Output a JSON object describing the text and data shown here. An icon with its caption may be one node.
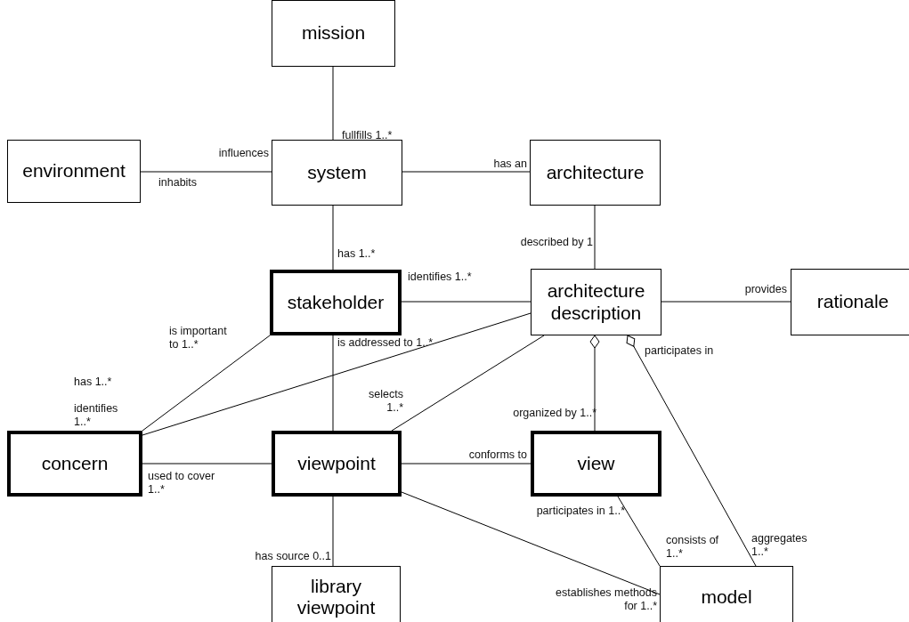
{
  "diagram": {
    "nodes": [
      {
        "text": [
          "mission"
        ]
      },
      {
        "text": [
          "environment"
        ]
      },
      {
        "text": [
          "system"
        ]
      },
      {
        "text": [
          "architecture"
        ]
      },
      {
        "text": [
          "stakeholder"
        ]
      },
      {
        "text": [
          "architecture description"
        ]
      },
      {
        "text": [
          "rationale"
        ]
      },
      {
        "text": [
          "concern"
        ]
      },
      {
        "text": [
          "viewpoint"
        ]
      },
      {
        "text": [
          "view"
        ]
      },
      {
        "text": [
          "library viewpoint"
        ]
      },
      {
        "text": [
          "model"
        ]
      }
    ],
    "edges": [
      {
        "from": 2,
        "to": 0,
        "arrow": "none",
        "label": "fullfills 1..*"
      },
      {
        "from": 1,
        "to": 2,
        "arrow": "none",
        "label": "influences"
      },
      {
        "from": 2,
        "to": 3,
        "arrow": "none",
        "label": "has an"
      },
      {
        "from": 3,
        "to": 5,
        "arrow": "none",
        "label": "described by 1"
      },
      {
        "from": 2,
        "to": 4,
        "arrow": "none",
        "label": "has 1..*"
      },
      {
        "from": 4,
        "to": 5,
        "arrow": "none",
        "label": "identifies 1..*"
      },
      {
        "from": 5,
        "to": 6,
        "arrow": "none",
        "label": "provides"
      },
      {
        "from": 4,
        "to": 7,
        "arrow": "none",
        "label": "is important to 1..*"
      },
      {
        "from": 4,
        "to": 8,
        "arrow": "none",
        "label": "is addressed to 1..*"
      },
      {
        "from": 5,
        "to": 7,
        "arrow": "none",
        "label": "identifies 1..*"
      },
      {
        "from": 5,
        "to": 8,
        "arrow": "none",
        "label": "selects 1..*"
      },
      {
        "from": 5,
        "to": 9,
        "arrow": "other",
        "label": "organized by 1..*"
      },
      {
        "from": 5,
        "to": 11,
        "arrow": "other",
        "label": "participates in"
      },
      {
        "from": 7,
        "to": 8,
        "arrow": "none",
        "label": "used to cover 1..*"
      },
      {
        "from": 8,
        "to": 9,
        "arrow": "none",
        "label": "conforms to"
      },
      {
        "from": 8,
        "to": 10,
        "arrow": "none",
        "label": "has source 0..1"
      },
      {
        "from": 8,
        "to": 11,
        "arrow": "none",
        "label": "establishes methods for 1..*"
      },
      {
        "from": 9,
        "to": 11,
        "arrow": "none",
        "label": "participates in 1..*"
      }
    ],
    "labels": [
      "inhabits",
      "has 1..*",
      "consists of 1..*",
      "aggregates 1..*"
    ]
  }
}
